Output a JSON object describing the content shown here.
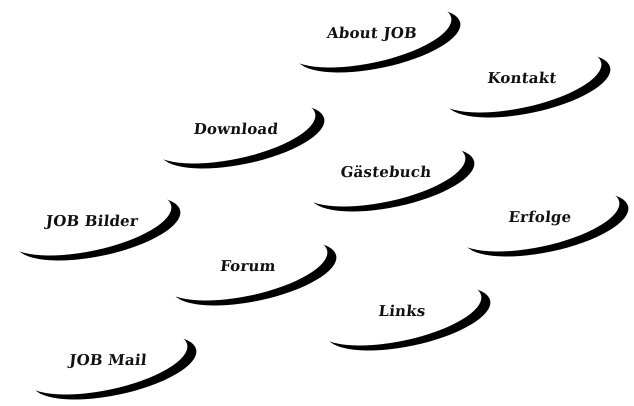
{
  "navigation": {
    "items": [
      {
        "id": "about",
        "label": "About JOB"
      },
      {
        "id": "kontakt",
        "label": "Kontakt"
      },
      {
        "id": "download",
        "label": "Download"
      },
      {
        "id": "gaestebuch",
        "label": "Gästebuch"
      },
      {
        "id": "bilder",
        "label": "JOB Bilder"
      },
      {
        "id": "erfolge",
        "label": "Erfolge"
      },
      {
        "id": "forum",
        "label": "Forum"
      },
      {
        "id": "links",
        "label": "Links"
      },
      {
        "id": "mail",
        "label": "JOB Mail"
      }
    ]
  },
  "colors": {
    "background": "#ffffff",
    "shape_fill": "#ffffff",
    "shape_shadow": "#000000",
    "text": "#111111"
  }
}
